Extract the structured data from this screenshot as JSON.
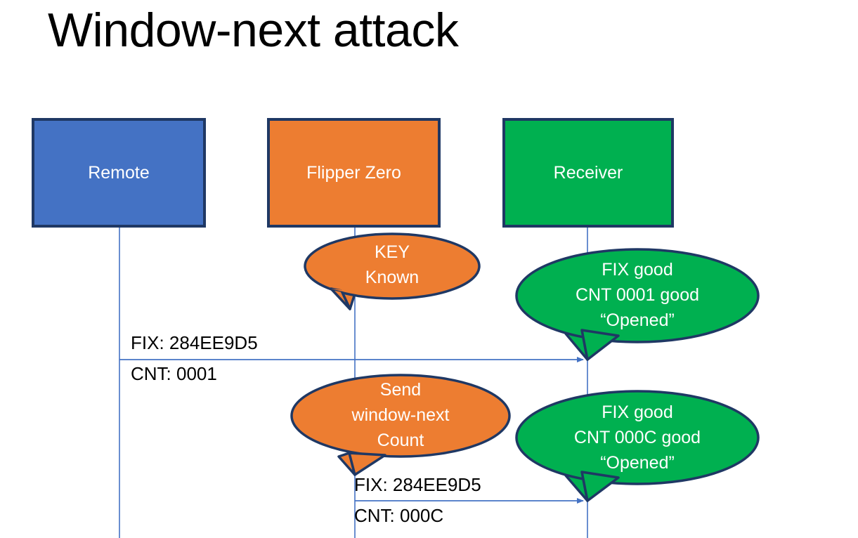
{
  "slide": {
    "title": "Window-next attack",
    "background": "#ffffff",
    "colors": {
      "remote_fill": "#4472C4",
      "flipper_fill": "#ED7D31",
      "receiver_fill": "#00B050",
      "box_stroke": "#1F3864",
      "lifeline": "#4472C4",
      "arrow": "#4472C4",
      "label_text": "#000000",
      "box_text": "#FFFFFF"
    }
  },
  "actors": [
    {
      "id": "remote",
      "label": "Remote"
    },
    {
      "id": "flipper",
      "label": "Flipper Zero"
    },
    {
      "id": "receiver",
      "label": "Receiver"
    }
  ],
  "callouts": [
    {
      "id": "key-known",
      "owner": "flipper",
      "lines": [
        "KEY",
        "Known"
      ]
    },
    {
      "id": "receiver-verdict-1",
      "owner": "receiver",
      "lines": [
        "FIX good",
        "CNT 0001 good",
        "“Opened”"
      ]
    },
    {
      "id": "send-window-next",
      "owner": "flipper",
      "lines": [
        "Send",
        "window-next",
        "Count"
      ]
    },
    {
      "id": "receiver-verdict-2",
      "owner": "receiver",
      "lines": [
        "FIX good",
        "CNT 000C good",
        "“Opened”"
      ]
    }
  ],
  "messages": [
    {
      "id": "msg-remote-to-receiver",
      "from": "remote",
      "to": "receiver",
      "fix_label": "FIX: 284EE9D5",
      "cnt_label": "CNT: 0001"
    },
    {
      "id": "msg-flipper-to-receiver",
      "from": "flipper",
      "to": "receiver",
      "fix_label": "FIX: 284EE9D5",
      "cnt_label": "CNT: 000C"
    }
  ]
}
